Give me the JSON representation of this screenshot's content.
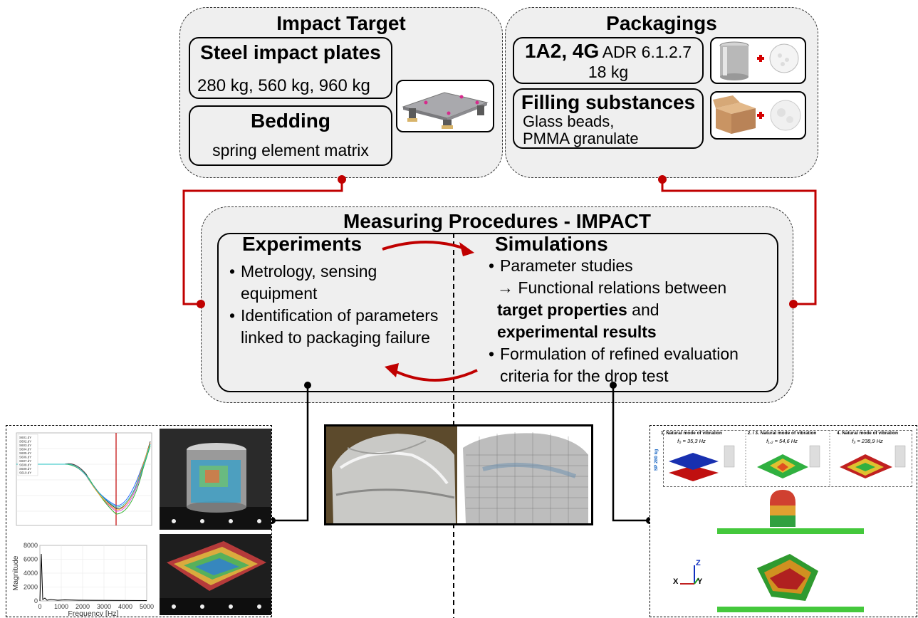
{
  "impact_target": {
    "title": "Impact Target",
    "steel_plates": {
      "title": "Steel impact plates",
      "text": "280 kg, 560 kg, 960 kg"
    },
    "bedding": {
      "title": "Bedding",
      "text": "spring element matrix"
    }
  },
  "packagings": {
    "title": "Packagings",
    "types": {
      "bold": "1A2, 4G",
      "normal": "ADR 6.1.2.7",
      "weight": "18 kg"
    },
    "filling": {
      "title": "Filling substances",
      "line1": "Glass beads,",
      "line2": "PMMA granulate"
    }
  },
  "procedures": {
    "title": "Measuring Procedures - IMPACT",
    "experiments": {
      "title": "Experiments",
      "bullet1": "Metrology, sensing equipment",
      "bullet2": "Identification of parameters linked to packaging failure"
    },
    "simulations": {
      "title": "Simulations",
      "bullet1": "Parameter studies",
      "arrow_line": "→ Functional relations between",
      "bold1": "target properties",
      "and": " and",
      "bold2": "experimental results",
      "bullet2": "Formulation of refined evaluation criteria for the drop test"
    }
  },
  "left_chart": {
    "xlabel": "Frequency [Hz]",
    "ylabel": "Magnitude",
    "x_ticks": [
      "0",
      "1000",
      "2000",
      "3000",
      "4000",
      "5000"
    ],
    "y_ticks": [
      "0",
      "2000",
      "4000",
      "6000",
      "8000"
    ],
    "legend": [
      "S601.dY",
      "S602.dY",
      "S603.dY",
      "S604.dY",
      "S605.dY",
      "S606.dY",
      "S607.dY",
      "S608.dY",
      "S609.dY",
      "S610.dY"
    ]
  },
  "sim_panel": {
    "mode1": "1. Natural mode of vibration",
    "mode23": "2. / 3. Natural mode of vibration",
    "mode4": "4. Natural mode of vibration",
    "f1": "f₀ = 35,3 Hz",
    "f23": "f₁,₂ = 54,6 Hz",
    "f4": "f₃ = 238,9 Hz",
    "side_label": "SP 280 kg",
    "axis_z": "Z",
    "axis_x": "X",
    "axis_y": "Y"
  },
  "colors": {
    "red": "#c00000",
    "box_fill": "#efefef"
  }
}
